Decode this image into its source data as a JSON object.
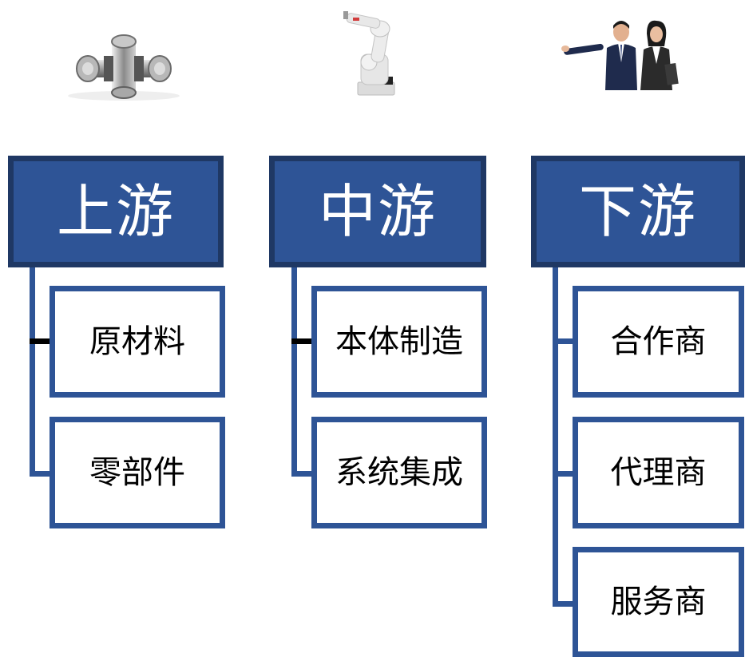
{
  "columns": {
    "upstream": {
      "title": "上游",
      "image": "universal-joint-part-illustration",
      "items": [
        "原材料",
        "零部件"
      ]
    },
    "midstream": {
      "title": "中游",
      "image": "industrial-robot-arm-illustration",
      "items": [
        "本体制造",
        "系统集成"
      ]
    },
    "downstream": {
      "title": "下游",
      "image": "business-people-presenting-illustration",
      "items": [
        "合作商",
        "代理商",
        "服务商"
      ]
    }
  },
  "colors": {
    "header_fill": "#2e5496",
    "header_border": "#1f3864",
    "box_border": "#2e5496",
    "text_on_header": "#ffffff",
    "text": "#000000"
  }
}
